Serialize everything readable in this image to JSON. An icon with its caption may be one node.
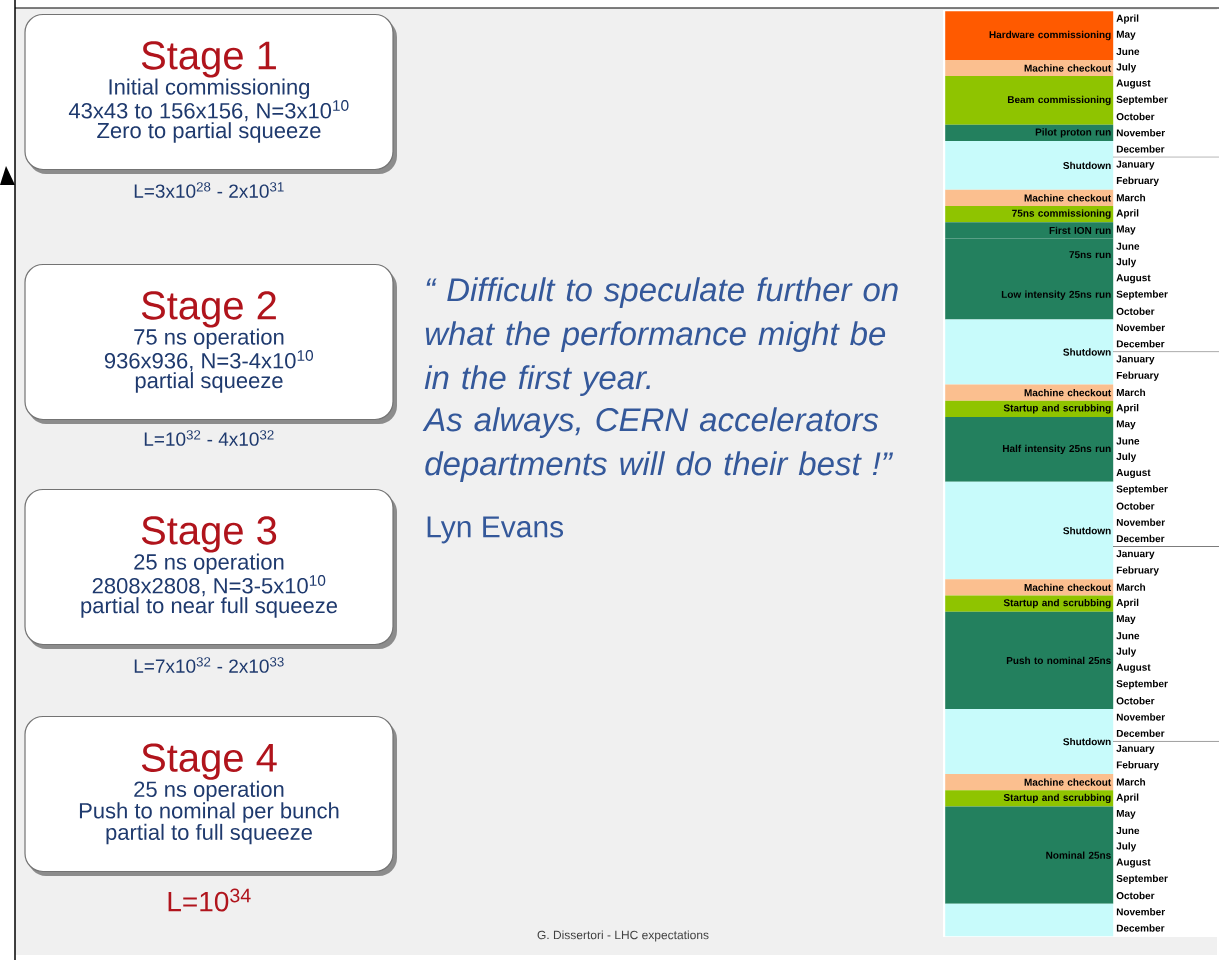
{
  "diagram": {
    "nodes": [
      {
        "text": [
          "Stage 1",
          "Initial commissioning",
          "43x43 to 156x156, N=3x10$^{10}$",
          "Zero to partial squeeze"
        ],
        "beside": [
          "L=3x10$^{28}$ - 2x10$^{31}$"
        ]
      },
      {
        "text": [
          "Stage 2",
          "75 ns operation",
          "936x936, N=3-4x10$^{10}$",
          "partial squeeze"
        ],
        "beside": [
          "L=10$^{32}$ - 4x10$^{32}$"
        ]
      },
      {
        "text": [
          "Stage 3",
          "25 ns operation",
          "2808x2808, N=3-5x10$^{10}$",
          "partial to near full squeeze"
        ],
        "beside": [
          "L=7x10$^{32}$ - 2x10$^{33}$"
        ]
      },
      {
        "text": [
          "Stage 4",
          "25 ns operation",
          "Push to nominal per bunch",
          "partial to full squeeze"
        ],
        "beside": [
          "L=10$^{34}$"
        ]
      },
      {
        "text": [
          "Hardware commissioning"
        ]
      },
      {
        "text": [
          "Machine checkout"
        ]
      },
      {
        "text": [
          "Beam commissioning"
        ]
      },
      {
        "text": [
          "Pilot proton run"
        ]
      },
      {
        "text": [
          "Shutdown"
        ]
      },
      {
        "text": [
          "Machine checkout"
        ]
      },
      {
        "text": [
          "75ns commissioning"
        ]
      },
      {
        "text": [
          "First ION run"
        ]
      },
      {
        "text": [
          "75ns run"
        ]
      },
      {
        "text": [
          "Low intensity 25ns run"
        ]
      },
      {
        "text": [
          "Shutdown"
        ]
      },
      {
        "text": [
          "Machine checkout"
        ]
      },
      {
        "text": [
          "Startup and scrubbing"
        ]
      },
      {
        "text": [
          "Half intensity 25ns run"
        ]
      },
      {
        "text": [
          "Shutdown"
        ]
      },
      {
        "text": [
          "Machine checkout"
        ]
      },
      {
        "text": [
          "Startup and scrubbing"
        ]
      },
      {
        "text": [
          "Push to nominal 25ns"
        ]
      },
      {
        "text": [
          "Shutdown"
        ]
      },
      {
        "text": [
          "Machine checkout"
        ]
      },
      {
        "text": [
          "Startup and scrubbing"
        ]
      },
      {
        "text": [
          "Nominal 25ns"
        ]
      },
      {
        "text": [],
        "shape": "bar"
      }
    ],
    "labels": [
      "“ Difficult to speculate further on what the performance might be in the first year.",
      "As always, CERN accelerators departments will do their best !”",
      "Lyn Evans",
      "April",
      "May",
      "June",
      "July",
      "August",
      "September",
      "October",
      "November",
      "December",
      "January",
      "February",
      "March",
      "April",
      "May",
      "June",
      "July",
      "August",
      "September",
      "October",
      "November",
      "December",
      "January",
      "February",
      "March",
      "April",
      "May",
      "June",
      "July",
      "August",
      "September",
      "October",
      "November",
      "December",
      "January",
      "February",
      "March",
      "April",
      "May",
      "June",
      "July",
      "August",
      "September",
      "October",
      "November",
      "December",
      "January",
      "February",
      "March",
      "April",
      "May",
      "June",
      "July",
      "August",
      "September",
      "October",
      "November",
      "December",
      "G. Dissertori - LHC expectations"
    ]
  }
}
